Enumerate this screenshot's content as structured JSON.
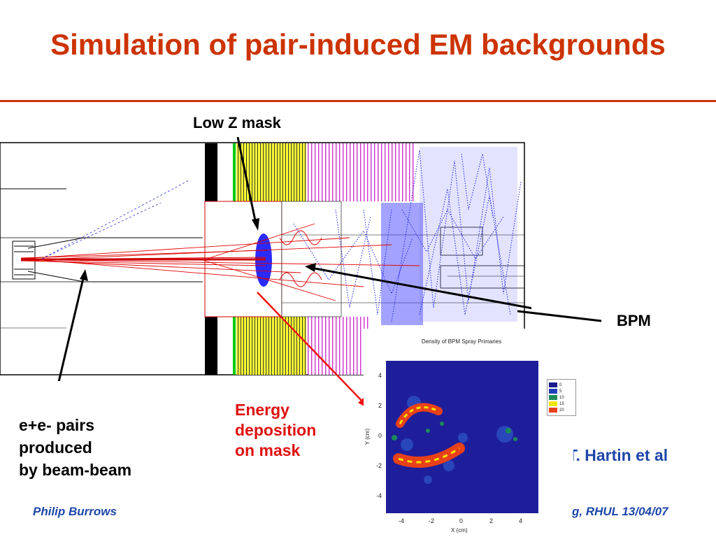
{
  "slide": {
    "title": "Simulation of pair-induced EM backgrounds",
    "accent_color": "#cc3300",
    "footer_color": "#1d47a8"
  },
  "annotations": {
    "low_z_mask": "Low Z mask",
    "bpm": "BPM",
    "pairs_line1": "e+e- pairs",
    "pairs_line2": "produced",
    "pairs_line3": "by beam-beam",
    "energy_line1": "Energy",
    "energy_line2": "deposition",
    "energy_line3": "on mask",
    "credit": "T. Hartin et al"
  },
  "footer": {
    "left": "Philip Burrows",
    "right": "g, RHUL 13/04/07"
  },
  "inset": {
    "title": "Density of BPM Spray Primaries",
    "xlabel": "X (cm)",
    "ylabel": "Y (cm)",
    "xticks": [
      "-4",
      "-2",
      "0",
      "2",
      "4"
    ],
    "yticks": [
      "4",
      "2",
      "0",
      "-2",
      "-4"
    ],
    "legend": [
      {
        "label": "0",
        "color": "#1a1a8c"
      },
      {
        "label": "5",
        "color": "#1f3fb8"
      },
      {
        "label": "10",
        "color": "#1d8a5a"
      },
      {
        "label": "15",
        "color": "#f2e600"
      },
      {
        "label": "20",
        "color": "#e8401a"
      }
    ]
  }
}
